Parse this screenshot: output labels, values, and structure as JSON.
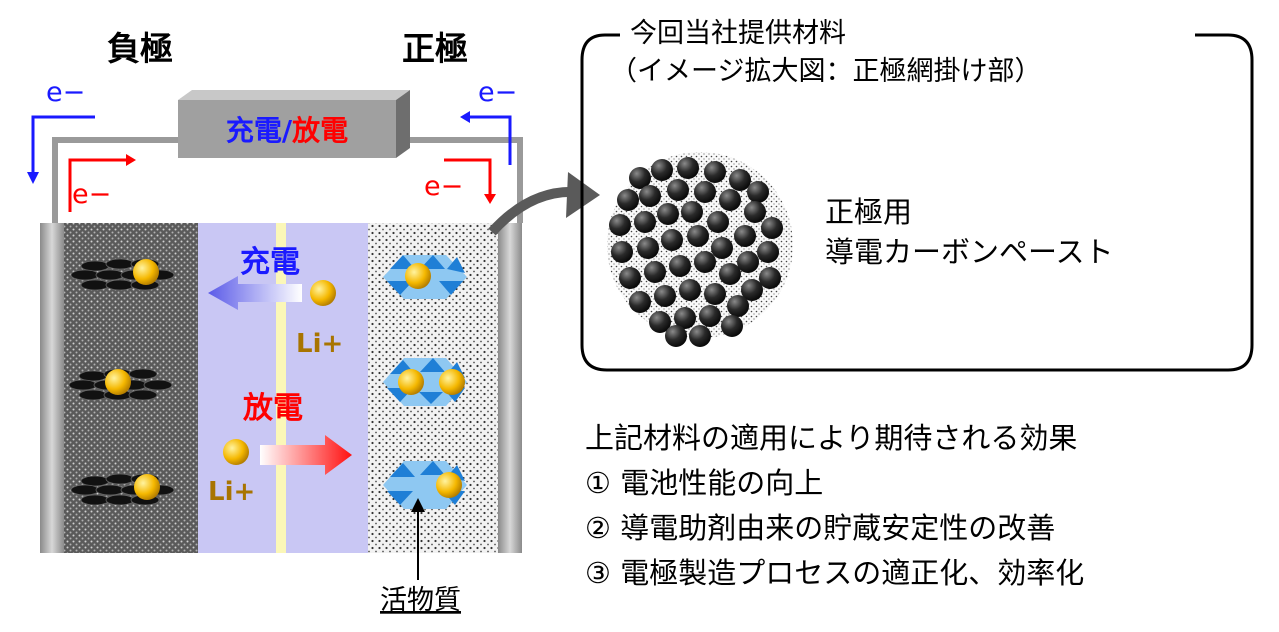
{
  "electrodes": {
    "negative_label": "負極",
    "positive_label": "正極"
  },
  "electron_label": "e−",
  "charger_label": "充電/放電",
  "process": {
    "charge": "充電",
    "discharge": "放電",
    "ion": "Li+"
  },
  "active_material_label": "活物質",
  "callout": {
    "title": "今回当社提供材料",
    "subtitle": "（イメージ拡大図：正極網掛け部）",
    "product_line1": "正極用",
    "product_line2": "導電カーボンペースト"
  },
  "effects": {
    "heading": "上記材料の適用により期待される効果",
    "items": [
      "① 電池性能の向上",
      "② 導電助剤由来の貯蔵安定性の改善",
      "③ 電極製造プロセスの適正化、効率化"
    ]
  },
  "colors": {
    "electron_blue": "#1a1aff",
    "electron_red": "#ff0000",
    "electrolyte": "#c9c7f4",
    "separator": "#fbf7b8",
    "lithium": "#f5b800",
    "crystal": "#2b8fe0"
  }
}
